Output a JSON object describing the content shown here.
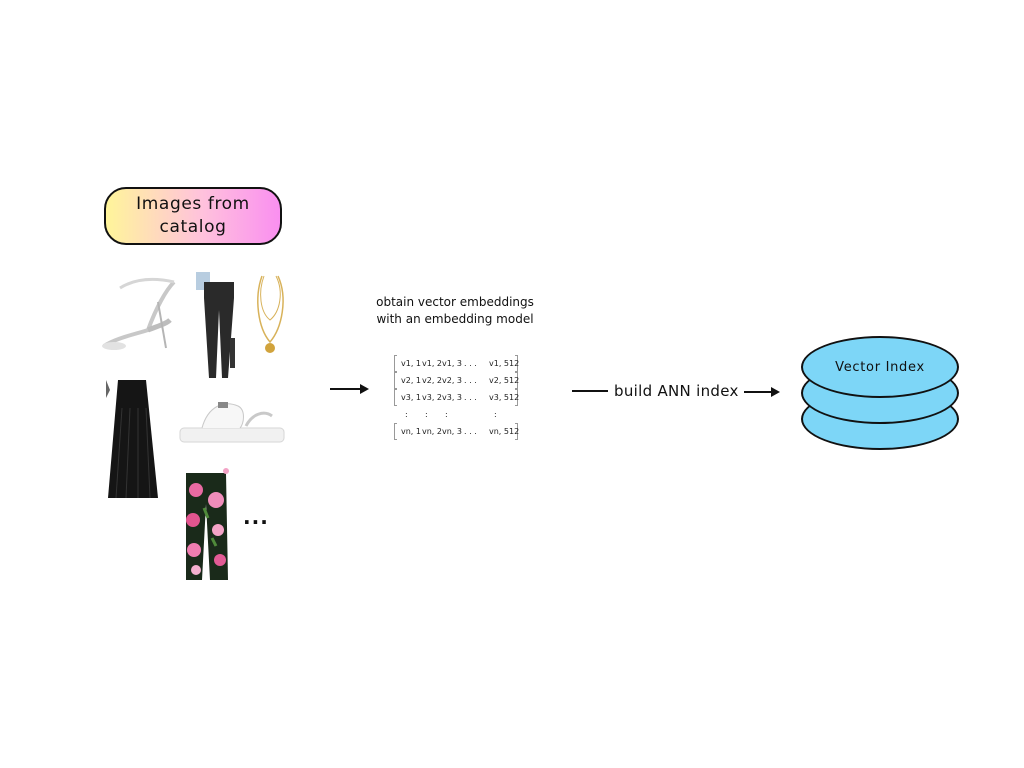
{
  "catalog": {
    "title_line1": "Images from",
    "title_line2": "catalog",
    "ellipsis": "..."
  },
  "embedding": {
    "caption_line1": "obtain vector embeddings",
    "caption_line2": "with an embedding model",
    "matrix_rows": [
      [
        "v1, 1",
        "v1, 2",
        "v1, 3",
        ". . .",
        "v1, 512"
      ],
      [
        "v2, 1",
        "v2, 2",
        "v2, 3",
        ". . .",
        "v2, 512"
      ],
      [
        "v3, 1",
        "v3, 2",
        "v3, 3",
        ". . .",
        "v3, 512"
      ],
      [
        ":",
        ":",
        ":",
        "",
        ":"
      ],
      [
        "vn, 1",
        "vn, 2",
        "vn, 3",
        ". . .",
        "vn, 512"
      ]
    ]
  },
  "index_step": {
    "label": "build ANN index"
  },
  "vector_index": {
    "label": "Vector Index"
  },
  "colors": {
    "pill_gradient": [
      "#fff59a",
      "#ffc2dc",
      "#fa8ff0"
    ],
    "disk_fill": "#7dd6f7"
  },
  "icons": [
    "white-heeled-sandal",
    "black-skinny-jeans",
    "gold-pendant-necklace",
    "black-pleated-maxi-skirt",
    "white-platform-sandal",
    "floral-print-trousers"
  ]
}
